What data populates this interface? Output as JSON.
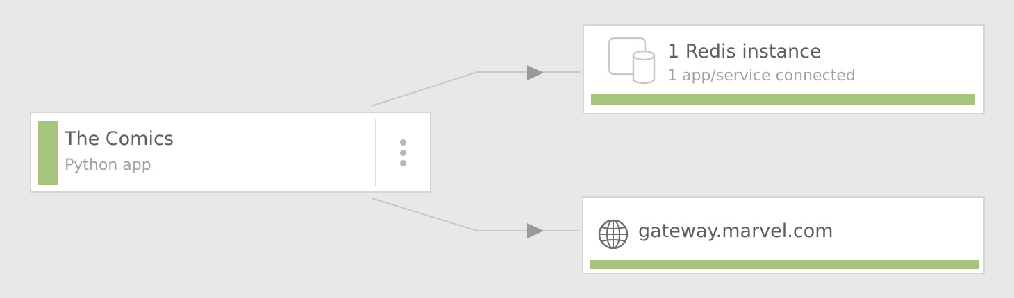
{
  "app": {
    "name": "The Comics",
    "type": "Python app",
    "status_color": "#a6c37f",
    "menu_icon": "vertical-ellipsis-icon"
  },
  "services": [
    {
      "title": "1 Redis instance",
      "subtitle": "1 app/service connected",
      "icon": "database-icon",
      "status_color": "#a6c37f"
    },
    {
      "title": "gateway.marvel.com",
      "icon": "globe-icon",
      "status_color": "#a6c37f"
    }
  ],
  "colors": {
    "background": "#e8e8e8",
    "card_border": "#d6d6d6",
    "connector": "#c8c8c8",
    "arrow": "#9a9a9a",
    "status_ok": "#a6c37f"
  }
}
